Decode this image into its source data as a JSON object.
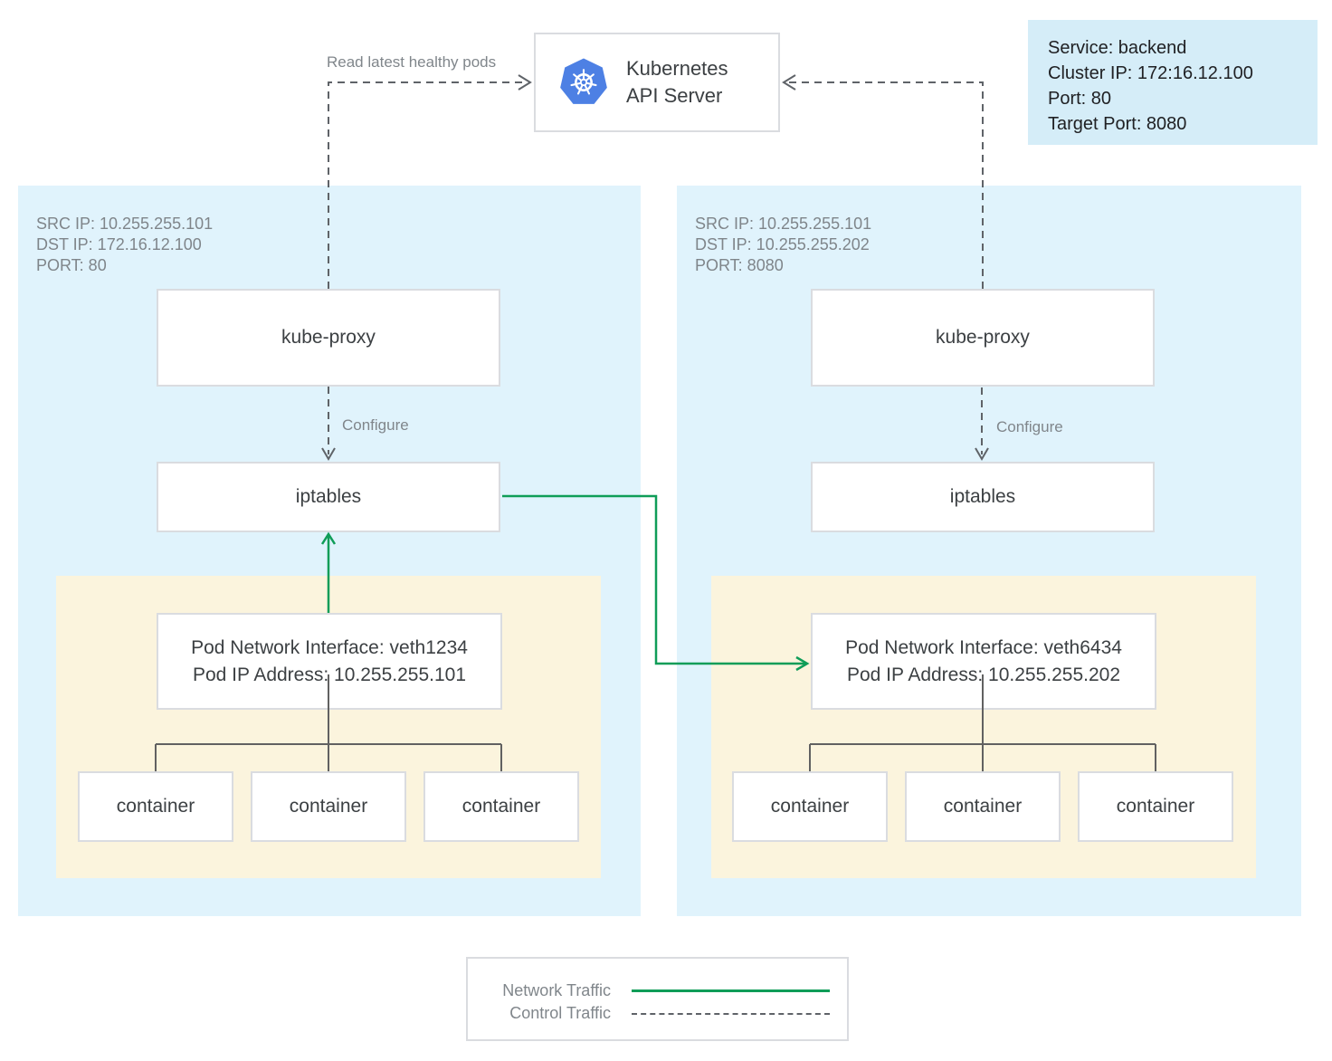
{
  "api_server": {
    "label_line1": "Kubernetes",
    "label_line2": "API Server",
    "logo": "kubernetes-helm-wheel"
  },
  "service_info": {
    "lines": [
      "Service: backend",
      "Cluster IP: 172:16.12.100",
      "Port: 80",
      "Target Port: 8080"
    ]
  },
  "edges": {
    "read_pods_label": "Read latest healthy pods",
    "configure_left_label": "Configure",
    "configure_right_label": "Configure"
  },
  "node_left": {
    "meta": [
      "SRC IP: 10.255.255.101",
      "DST IP: 172.16.12.100",
      "PORT: 80"
    ],
    "kube_proxy_label": "kube-proxy",
    "iptables_label": "iptables",
    "pod": {
      "interface_line1": "Pod Network Interface: veth1234",
      "interface_line2": "Pod IP Address: 10.255.255.101",
      "containers": [
        "container",
        "container",
        "container"
      ]
    }
  },
  "node_right": {
    "meta": [
      "SRC IP: 10.255.255.101",
      "DST IP: 10.255.255.202",
      "PORT: 8080"
    ],
    "kube_proxy_label": "kube-proxy",
    "iptables_label": "iptables",
    "pod": {
      "interface_line1": "Pod Network Interface: veth6434",
      "interface_line2": "Pod IP Address: 10.255.255.202",
      "containers": [
        "container",
        "container",
        "container"
      ]
    }
  },
  "legend": {
    "network_label": "Network Traffic",
    "control_label": "Control Traffic"
  },
  "colors": {
    "network_traffic": "#0f9d58",
    "control_traffic": "#5f6368",
    "connector": "#616161",
    "node_bg": "#e0f3fc",
    "pod_bg": "#fbf4dd",
    "service_bg": "#d5edf8",
    "box_border": "#dadce0",
    "k8s_logo_blue": "#4d80e4"
  }
}
